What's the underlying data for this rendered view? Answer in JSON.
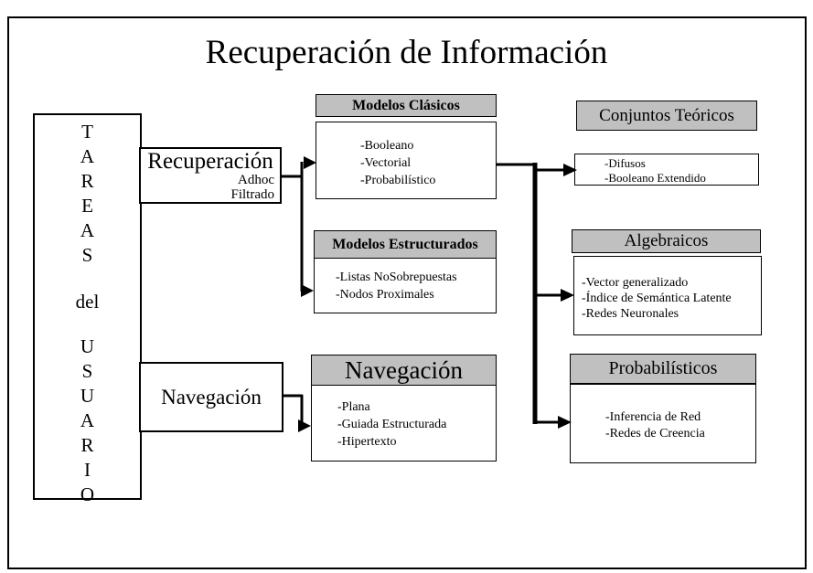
{
  "title": "Recuperación de Información",
  "tareas": {
    "top_letters": [
      "T",
      "A",
      "R",
      "E",
      "A",
      "S"
    ],
    "middle_word": "del",
    "bottom_letters": [
      "U",
      "S",
      "U",
      "A",
      "R",
      "I",
      "O"
    ]
  },
  "tasks": {
    "recuperacion": {
      "label": "Recuperación",
      "sub": [
        "Adhoc",
        "Filtrado"
      ]
    },
    "navegacion": {
      "label": "Navegación"
    }
  },
  "boxes": {
    "clasicos": {
      "header": "Modelos Clásicos",
      "items": [
        "-Booleano",
        "-Vectorial",
        "-Probabilístico"
      ]
    },
    "estructurados": {
      "header": "Modelos Estructurados",
      "items": [
        "-Listas NoSobrepuestas",
        "-Nodos Proximales"
      ]
    },
    "navegacion": {
      "header": "Navegación",
      "items": [
        "-Plana",
        "-Guiada Estructurada",
        "-Hipertexto"
      ]
    },
    "conjuntos": {
      "header": "Conjuntos Teóricos",
      "items": [
        "-Difusos",
        "-Booleano Extendido"
      ]
    },
    "algebraicos": {
      "header": "Algebraicos",
      "items": [
        "-Vector generalizado",
        "-Índice de Semántica Latente",
        "-Redes Neuronales"
      ]
    },
    "probabilisticos": {
      "header": "Probabilísticos",
      "items": [
        "-Inferencia de Red",
        "-Redes de Creencia"
      ]
    }
  },
  "colors": {
    "header_fill": "#c0c0c0",
    "line": "#000000",
    "background": "#ffffff"
  }
}
